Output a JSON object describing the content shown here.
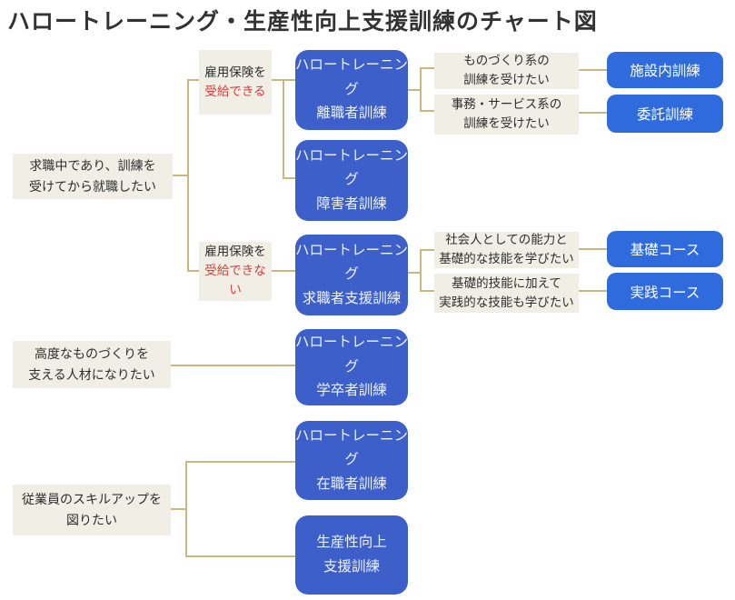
{
  "title": "ハロートレーニング・生産性向上支援訓練のチャート図",
  "colors": {
    "blue": "#3d5fc9",
    "blue2": "#2f6bdd",
    "note": "#f1eee6",
    "line": "#c9b77d",
    "red": "#d93b38",
    "ink": "#2e2e2e",
    "title": "#333333"
  },
  "nodes": {
    "need_jobseeker": {
      "line1": "求職中であり、訓練を",
      "line2": "受けてから就職したい"
    },
    "need_monodzukuri": {
      "line1": "高度なものづくりを",
      "line2": "支える人材になりたい"
    },
    "need_skillup": {
      "line1": "従業員のスキルアップを",
      "line2": "図りたい"
    },
    "insurance_yes": {
      "line1": "雇用保険を",
      "line2": "受給できる"
    },
    "insurance_no": {
      "line1": "雇用保険を",
      "line2": "受給できない"
    },
    "want_monodzukuri": {
      "line1": "ものづくり系の",
      "line2": "訓練を受けたい"
    },
    "want_office": {
      "line1": "事務・サービス系の",
      "line2": "訓練を受けたい"
    },
    "want_basic": {
      "line1": "社会人としての能力と",
      "line2": "基礎的な技能を学びたい"
    },
    "want_practical": {
      "line1": "基礎的技能に加えて",
      "line2": "実践的な技能も学びたい"
    },
    "training_dislocated": {
      "line1": "ハロートレーニング",
      "line2": "離職者訓練"
    },
    "training_disabled": {
      "line1": "ハロートレーニング",
      "line2": "障害者訓練"
    },
    "training_support": {
      "line1": "ハロートレーニング",
      "line2": "求職者支援訓練"
    },
    "training_graduate": {
      "line1": "ハロートレーニング",
      "line2": "学卒者訓練"
    },
    "training_employed": {
      "line1": "ハロートレーニング",
      "line2": "在職者訓練"
    },
    "training_productivity": {
      "line1": "生産性向上",
      "line2": "支援訓練"
    },
    "course_onsite": {
      "label": "施設内訓練"
    },
    "course_entrusted": {
      "label": "委託訓練"
    },
    "course_basic": {
      "label": "基礎コース"
    },
    "course_practical": {
      "label": "実践コース"
    }
  }
}
